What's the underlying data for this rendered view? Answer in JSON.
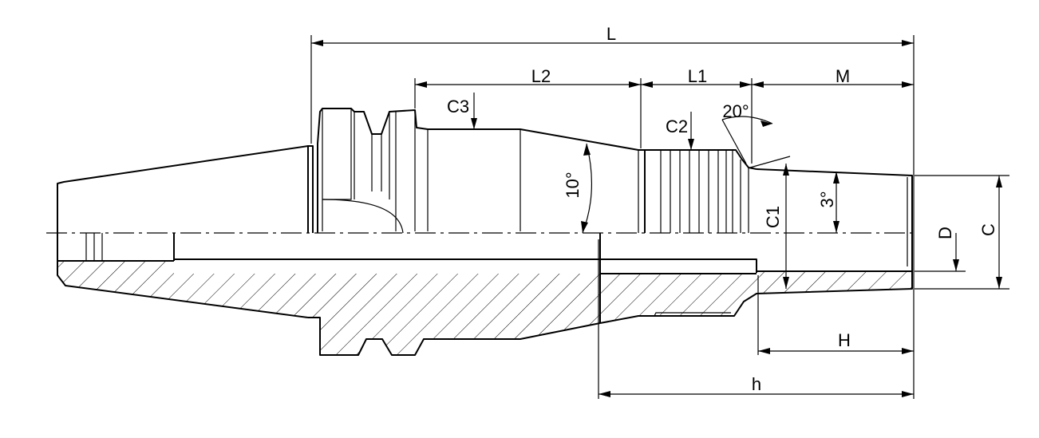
{
  "dimensions": {
    "L": "L",
    "L2": "L2",
    "L1": "L1",
    "M": "M",
    "C3": "C3",
    "C2": "C2",
    "C1": "C1",
    "C": "C",
    "D": "D",
    "H": "H",
    "h": "h"
  },
  "angles": {
    "a20": "20°",
    "a10": "10°",
    "a3": "3°"
  }
}
